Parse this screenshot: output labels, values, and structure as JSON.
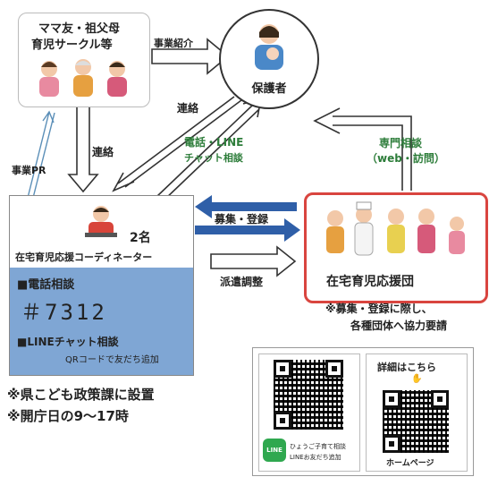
{
  "mama_circle": {
    "line1": "ママ友・祖父母",
    "line2": "育児サークル等"
  },
  "guardian": {
    "label": "保護者"
  },
  "arrows": {
    "business_intro": "事業紹介",
    "contact_upper": "連絡",
    "contact_left": "連絡",
    "phone_line_1": "電話・LINE",
    "phone_line_2": "チャット相談",
    "business_pr": "事業PR",
    "specialist_1": "専門相談",
    "specialist_2": "（web・訪問）",
    "recruit": "募集・登録",
    "dispatch": "派遣調整"
  },
  "coordinator": {
    "count": "2名",
    "title": "在宅育児応援コーディネーター",
    "phone_heading": "■電話相談",
    "phone_number": "＃7312",
    "line_heading": "■LINEチャット相談",
    "line_sub": "QRコードで友だち追加"
  },
  "support_group": {
    "title": "在宅育児応援団"
  },
  "notes": {
    "group_note_1": "※募集・登録に際し、",
    "group_note_2": "各種団体へ協力要請",
    "prefecture_1": "※県こども政策課に設置",
    "prefecture_2": "※開庁日の9～17時"
  },
  "qr": {
    "left_caption_1": "ひょうご子育て相談",
    "left_caption_2": "LINEお友だち追加",
    "line_logo": "LINE",
    "right_title": "詳細はこちら",
    "right_caption": "ホームページ"
  },
  "colors": {
    "blue_box": "#7fa6d4",
    "red_border": "#d9453f",
    "green_text": "#2d7d3a",
    "recruit_arrow": "#2f5fa8"
  }
}
